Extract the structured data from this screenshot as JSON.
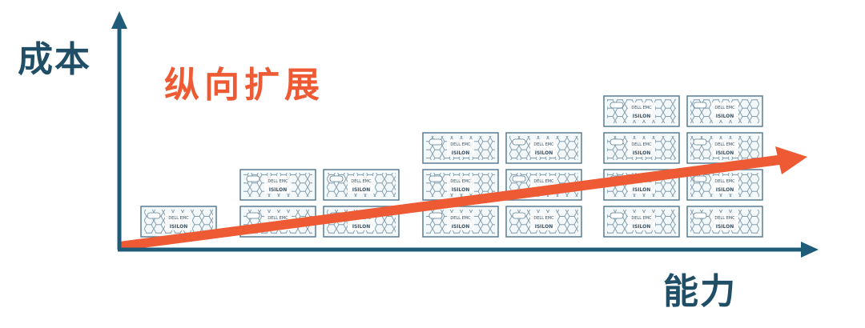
{
  "diagram": {
    "title": "纵向扩展",
    "y_axis_label": "成本",
    "x_axis_label": "能力",
    "server_badge_text": "DELL EMC",
    "server_model_text": "ISILON",
    "columns": [
      {
        "stack": 1
      },
      {
        "stack": 2
      },
      {
        "stack": 2
      },
      {
        "stack": 3
      },
      {
        "stack": 3
      },
      {
        "stack": 4
      },
      {
        "stack": 4
      }
    ],
    "colors": {
      "axis": "#1f5c7a",
      "label": "#1f4e66",
      "arrow": "#ee5a33",
      "server_border": "#5a7d91",
      "server_fill": "#f3f8fb",
      "hex": "#7e98a8"
    }
  }
}
